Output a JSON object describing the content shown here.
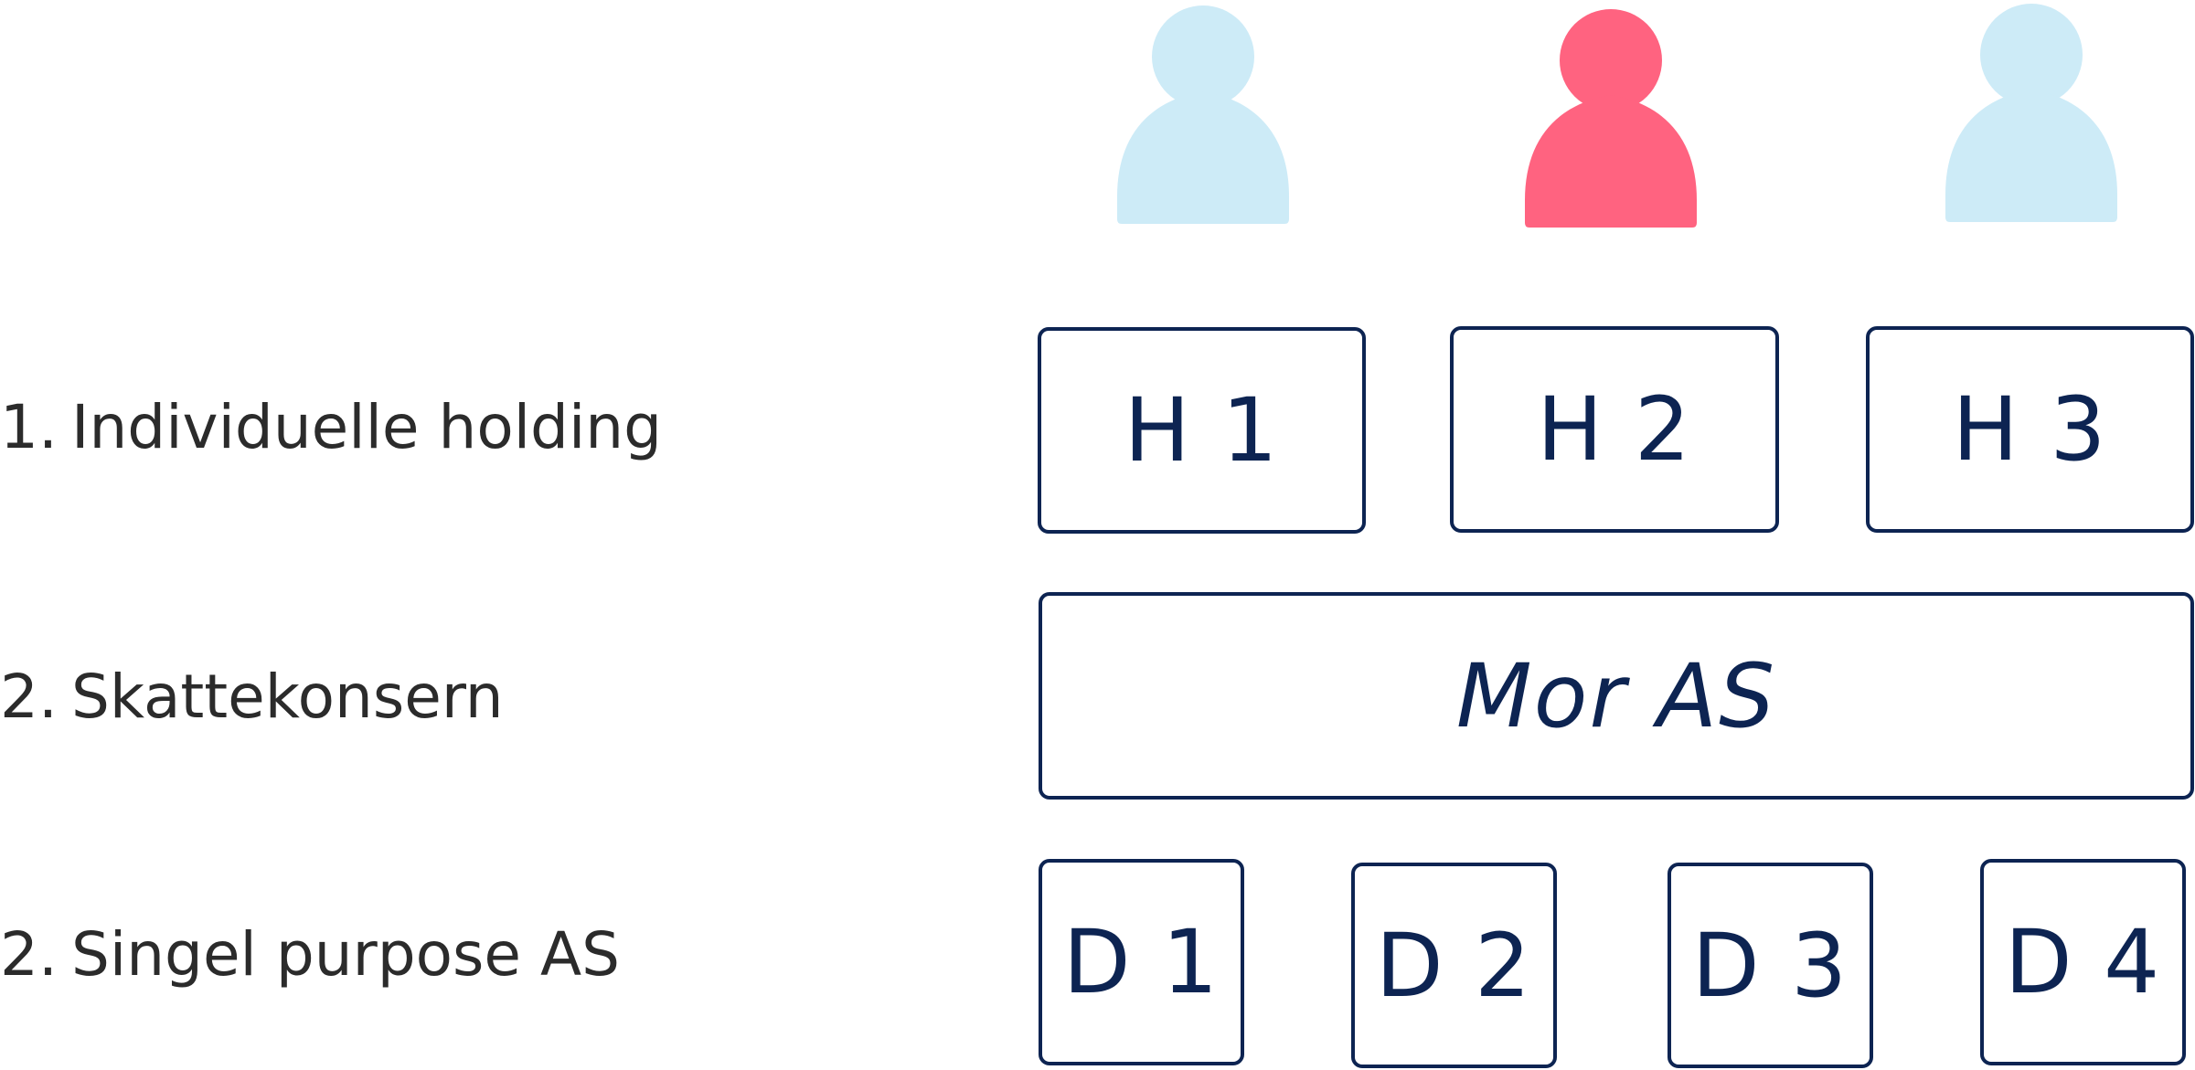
{
  "colors": {
    "outline": "#0d2452",
    "person_inactive": "#cdebf7",
    "person_active": "#ff6380",
    "label_text": "#2b2b2b"
  },
  "persons": [
    {
      "icon": "person-icon",
      "state": "inactive"
    },
    {
      "icon": "person-icon",
      "state": "active"
    },
    {
      "icon": "person-icon",
      "state": "inactive"
    }
  ],
  "levels": [
    {
      "number": "1.",
      "label": "Individuelle holding"
    },
    {
      "number": "2.",
      "label": "Skattekonsern"
    },
    {
      "number": "2.",
      "label": "Singel purpose AS"
    }
  ],
  "holdings": [
    "H 1",
    "H 2",
    "H 3"
  ],
  "parent": "Mor AS",
  "subsidiaries": [
    "D 1",
    "D 2",
    "D 3",
    "D 4"
  ]
}
